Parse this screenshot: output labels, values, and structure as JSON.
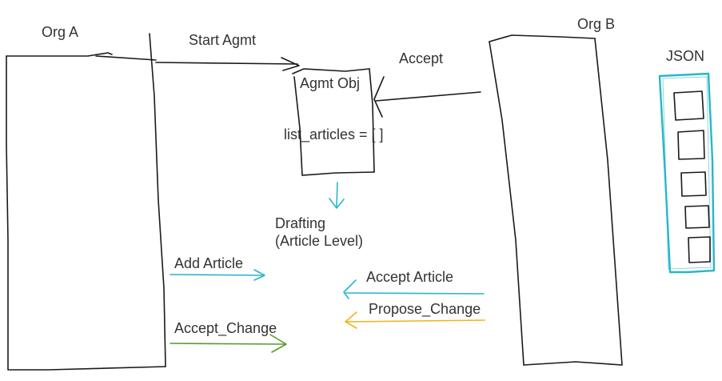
{
  "diagram": {
    "actors": {
      "org_a": "Org A",
      "org_b": "Org B"
    },
    "agreement_object": {
      "title": "Agmt Obj",
      "field": "list_articles = [ ]"
    },
    "flows": {
      "start": "Start Agmt",
      "accept": "Accept",
      "drafting_line1": "Drafting",
      "drafting_line2": "(Article Level)",
      "add_article": "Add Article",
      "accept_article": "Accept Article",
      "propose_change": "Propose_Change",
      "accept_change": "Accept_Change"
    },
    "json_store": {
      "label": "JSON",
      "item_count": 5
    },
    "colors": {
      "ink": "#1a1a1a",
      "teal": "#29b6c9",
      "gold": "#f2b21a",
      "green": "#5a9a2e"
    }
  }
}
